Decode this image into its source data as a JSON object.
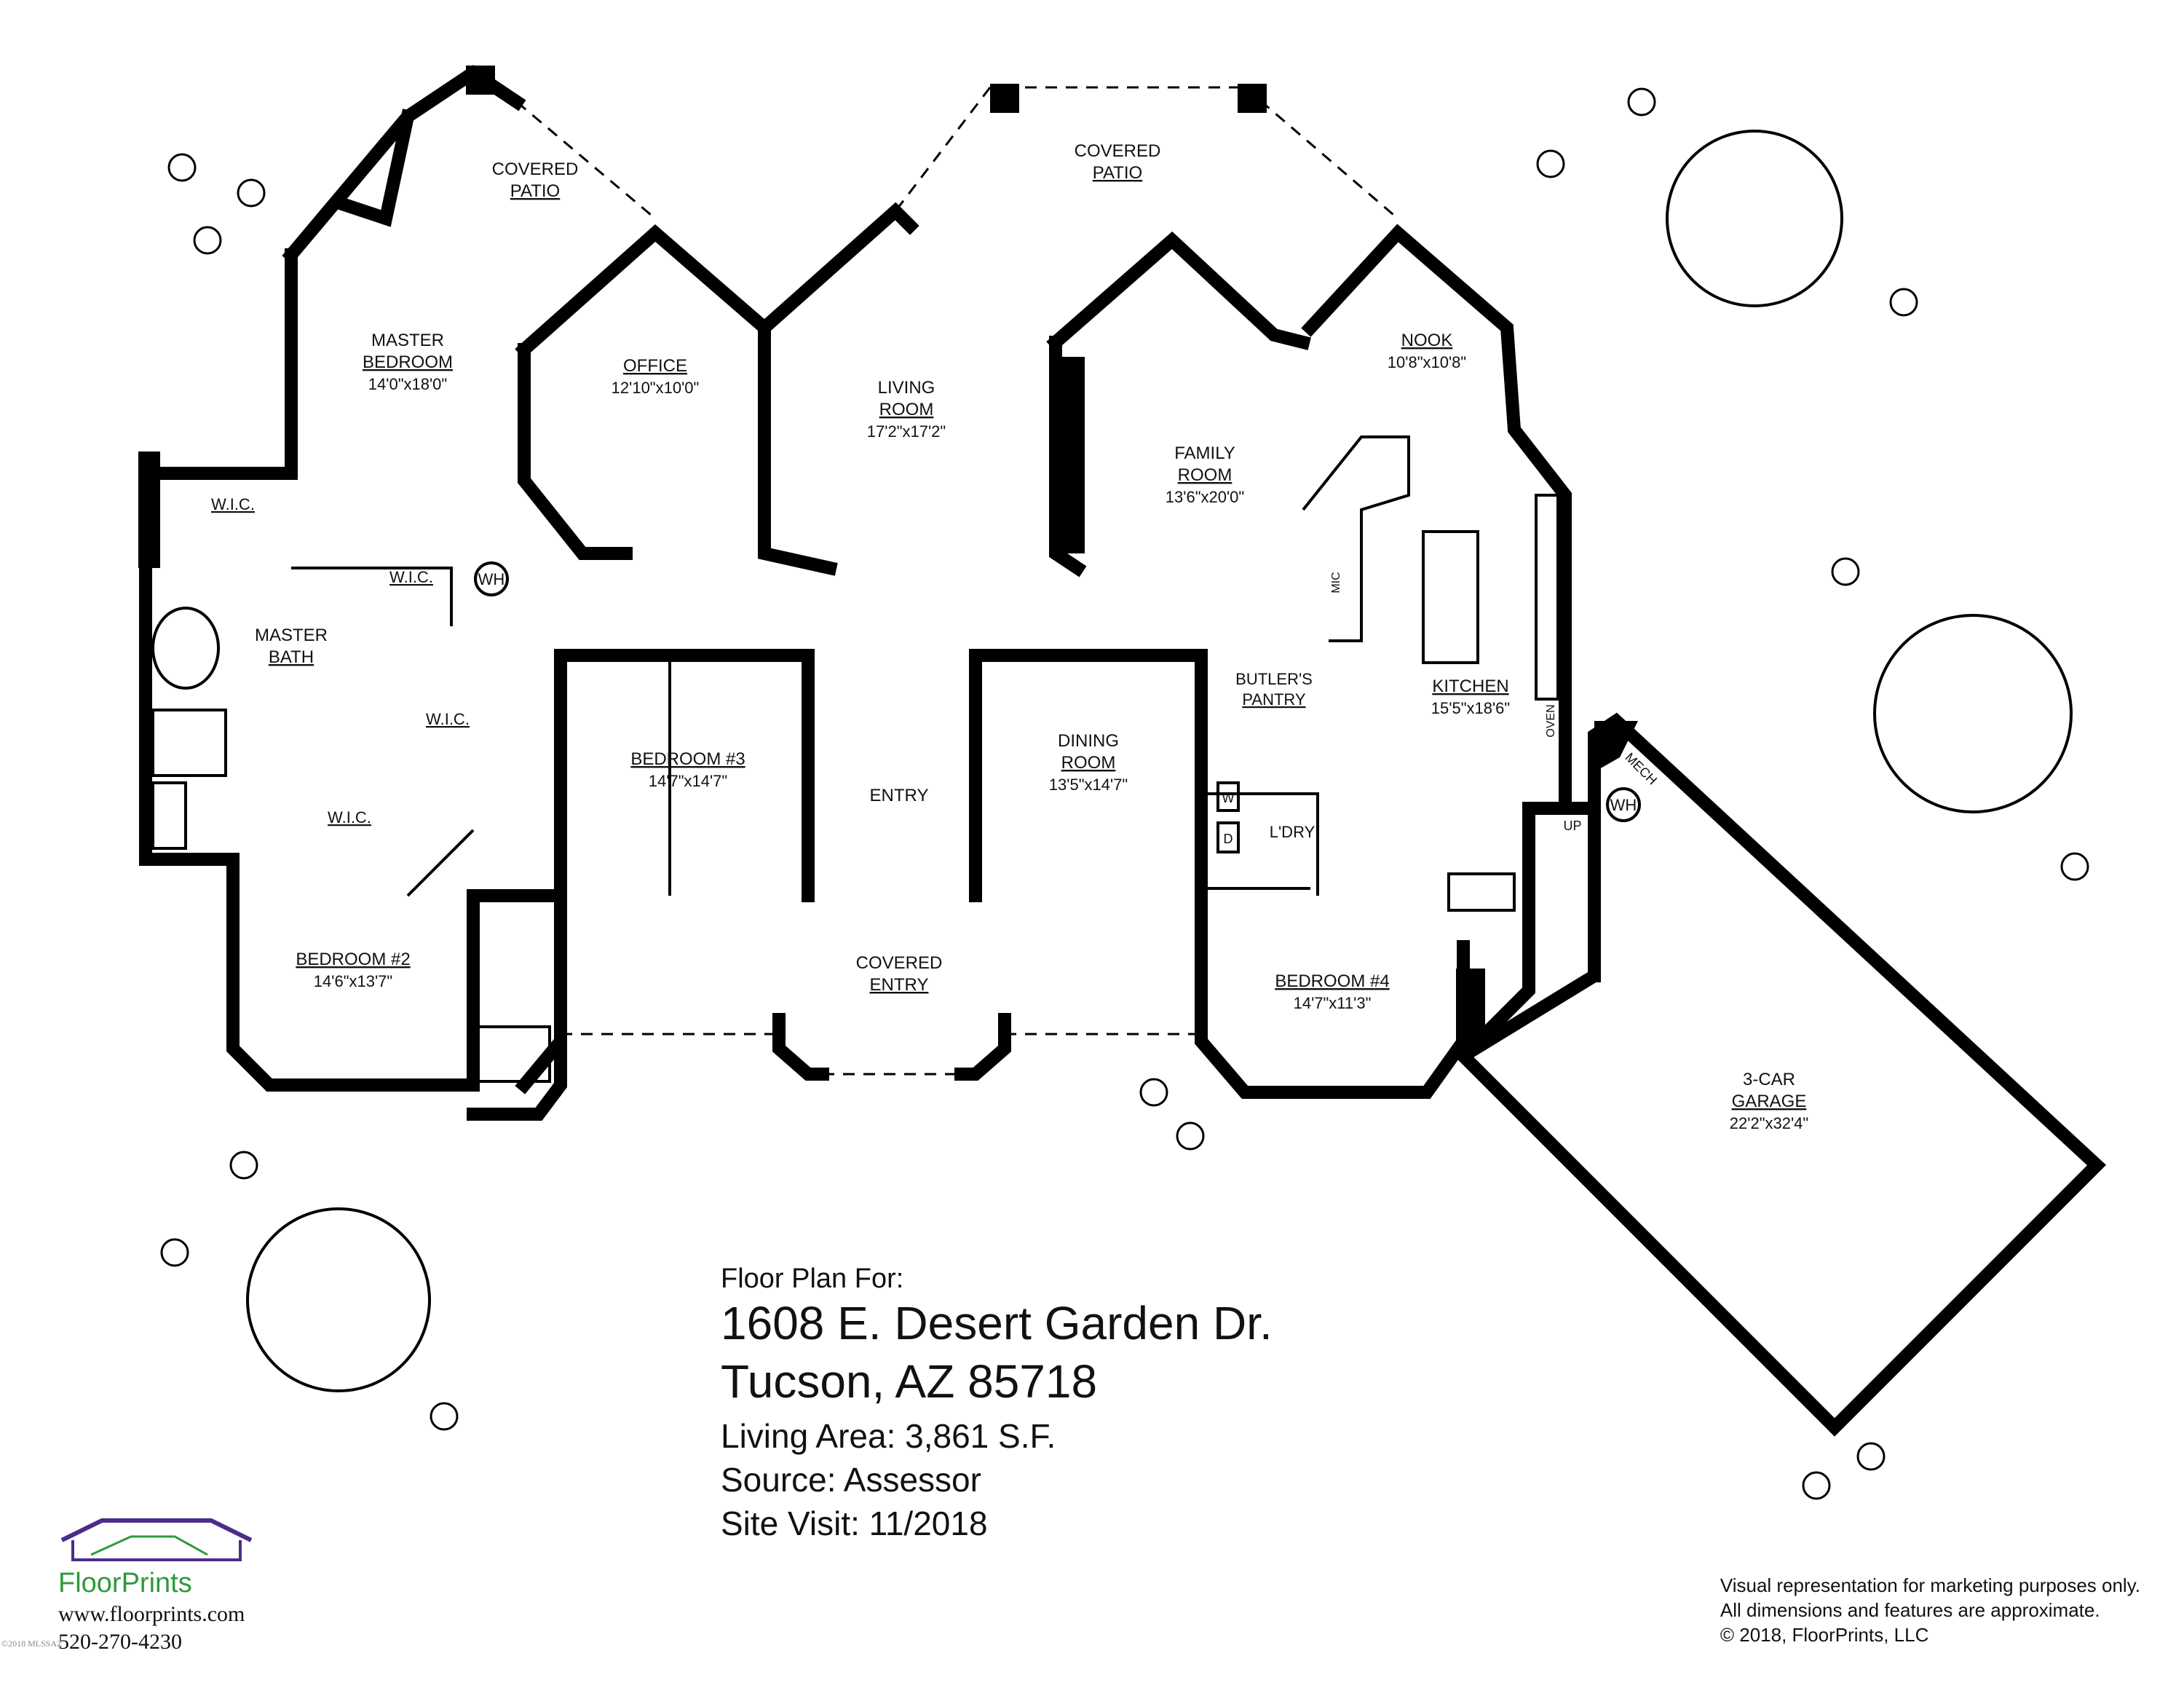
{
  "rooms": {
    "covered_patio_left": {
      "line1": "COVERED",
      "line2": "PATIO"
    },
    "covered_patio_center": {
      "line1": "COVERED",
      "line2": "PATIO"
    },
    "master_bedroom": {
      "line1": "MASTER",
      "line2": "BEDROOM",
      "dim": "14'0\"x18'0\""
    },
    "office": {
      "name": "OFFICE",
      "dim": "12'10\"x10'0\""
    },
    "living_room": {
      "line1": "LIVING",
      "line2": "ROOM",
      "dim": "17'2\"x17'2\""
    },
    "family_room": {
      "line1": "FAMILY",
      "line2": "ROOM",
      "dim": "13'6\"x20'0\""
    },
    "nook": {
      "name": "NOOK",
      "dim": "10'8\"x10'8\""
    },
    "master_bath": {
      "line1": "MASTER",
      "line2": "BATH"
    },
    "wic1": "W.I.C.",
    "wic2": "W.I.C.",
    "wic3": "W.I.C.",
    "wic4": "W.I.C.",
    "wh1": "WH",
    "wh2": "WH",
    "bedroom3": {
      "name": "BEDROOM #3",
      "dim": "14'7\"x14'7\""
    },
    "entry": "ENTRY",
    "dining_room": {
      "line1": "DINING",
      "line2": "ROOM",
      "dim": "13'5\"x14'7\""
    },
    "butlers_pantry": {
      "line1": "BUTLER'S",
      "line2": "PANTRY"
    },
    "kitchen": {
      "name": "KITCHEN",
      "dim": "15'5\"x18'6\""
    },
    "mic": "MIC",
    "oven": "OVEN",
    "laundry": "L'DRY",
    "washer": "W",
    "dryer": "D",
    "mech": "MECH",
    "up": "UP",
    "bedroom2": {
      "name": "BEDROOM #2",
      "dim": "14'6\"x13'7\""
    },
    "covered_entry": {
      "line1": "COVERED",
      "line2": "ENTRY"
    },
    "bedroom4": {
      "name": "BEDROOM #4",
      "dim": "14'7\"x11'3\""
    },
    "garage": {
      "line1": "3-CAR",
      "line2": "GARAGE",
      "dim": "22'2\"x32'4\""
    }
  },
  "info": {
    "heading": "Floor Plan For:",
    "address1": "1608 E. Desert Garden Dr.",
    "address2": "Tucson, AZ 85718",
    "living_area": "Living Area:  3,861 S.F.",
    "source": "Source:  Assessor",
    "site_visit": "Site Visit:  11/2018"
  },
  "brand": {
    "name": "FloorPrints",
    "website": "www.floorprints.com",
    "phone": "520-270-4230",
    "watermark": "©2018 MLSSAZ",
    "color_roof": "#4b2c8a",
    "color_name": "#2e9a3a"
  },
  "disclaimer": {
    "line1": "Visual representation for marketing purposes only.",
    "line2": "All dimensions and features are approximate.",
    "line3": "© 2018, FloorPrints, LLC"
  }
}
